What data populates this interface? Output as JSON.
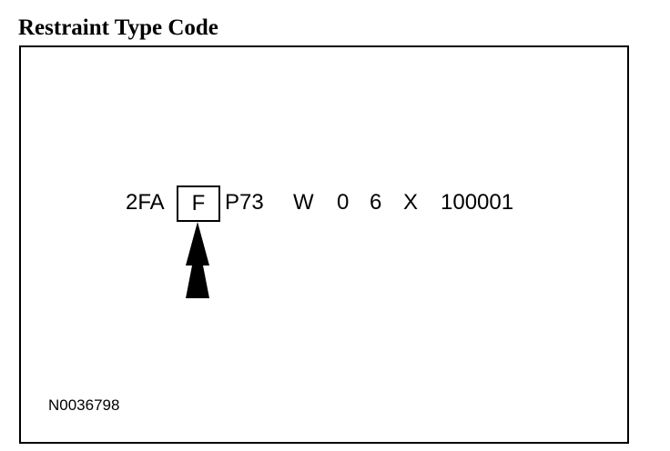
{
  "title": "Restraint Type Code",
  "vin": {
    "prefix": "2FA",
    "restraint_code": "F",
    "model": "P73",
    "body": "W",
    "check_digit": "0",
    "year": "6",
    "plant": "X",
    "serial": "100001"
  },
  "figure_id": "N0036798",
  "colors": {
    "ink": "#000000",
    "background": "#ffffff"
  },
  "icons": {
    "pointer": "up-arrow-icon"
  }
}
